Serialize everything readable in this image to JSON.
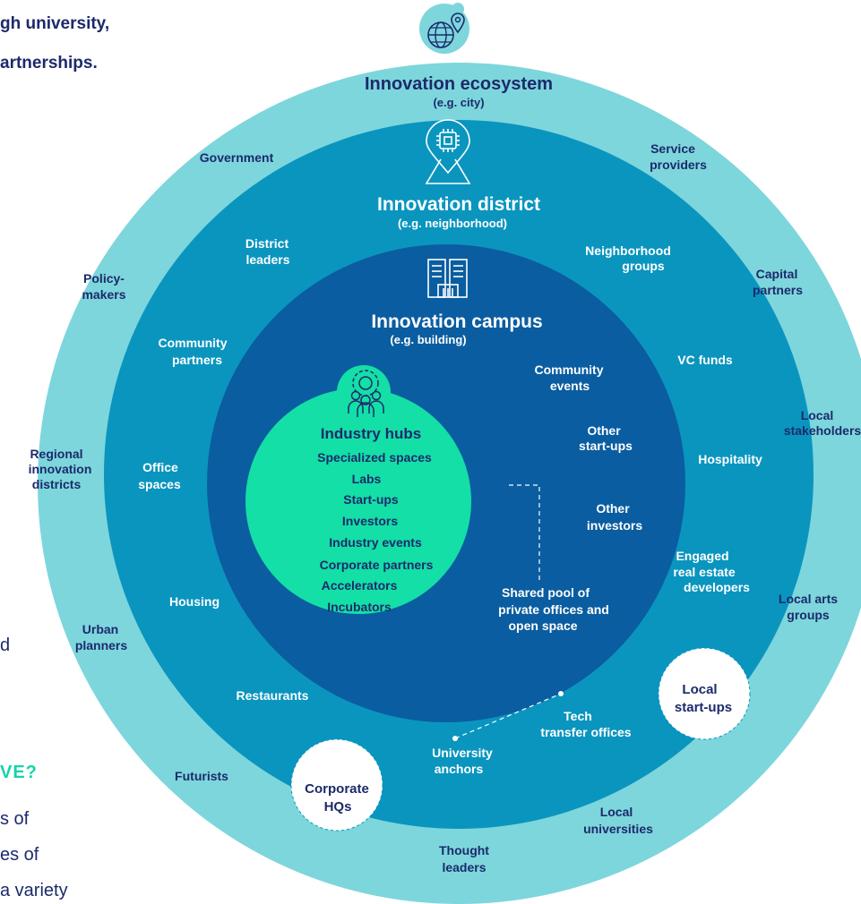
{
  "intro_fragments": [
    "gh university,",
    "artnerships."
  ],
  "side_fragments": [
    "d",
    "VE?",
    "s of",
    "es of",
    "a variety"
  ],
  "rings": {
    "ecosystem": {
      "title": "Innovation ecosystem",
      "sub": "(e.g. city)",
      "icon": "globe-pin-icon"
    },
    "district": {
      "title": "Innovation district",
      "sub": "(e.g. neighborhood)",
      "icon": "chip-pin-icon"
    },
    "campus": {
      "title": "Innovation campus",
      "sub": "(e.g. building)",
      "icon": "buildings-icon"
    },
    "hub": {
      "title": "Industry hubs",
      "icon": "people-gear-icon",
      "items": [
        "Specialized spaces",
        "Labs",
        "Start-ups",
        "Investors",
        "Industry events",
        "Corporate partners",
        "Accelerators",
        "Incubators"
      ]
    }
  },
  "ecosystem_labels": [
    [
      "Government"
    ],
    [
      "Service",
      "providers"
    ],
    [
      "Policy-",
      "makers"
    ],
    [
      "Capital",
      "partners"
    ],
    [
      "Local",
      "stakeholders"
    ],
    [
      "Regional",
      "innovation",
      "districts"
    ],
    [
      "Local arts",
      "groups"
    ],
    [
      "Urban",
      "planners"
    ],
    [
      "Futurists"
    ],
    [
      "Local",
      "universities"
    ],
    [
      "Thought",
      "leaders"
    ]
  ],
  "district_labels": [
    [
      "District",
      "leaders"
    ],
    [
      "Neighborhood",
      "groups"
    ],
    [
      "Community",
      "partners"
    ],
    [
      "VC funds"
    ],
    [
      "Office",
      "spaces"
    ],
    [
      "Hospitality"
    ],
    [
      "Engaged",
      "real estate",
      "developers"
    ],
    [
      "Housing"
    ],
    [
      "Restaurants"
    ],
    [
      "Tech",
      "transfer offices"
    ],
    [
      "University",
      "anchors"
    ]
  ],
  "campus_labels": [
    [
      "Community",
      "events"
    ],
    [
      "Other",
      "start-ups"
    ],
    [
      "Other",
      "investors"
    ],
    [
      "Shared pool of",
      "private offices and",
      "open space"
    ]
  ],
  "badges": [
    [
      "Local",
      "start-ups"
    ],
    [
      "Corporate",
      "HQs"
    ]
  ],
  "colors": {
    "ecosystem": "#7dd6dc",
    "district": "#0a95bf",
    "campus": "#0a5da0",
    "hub": "#13dfa7",
    "text_dark": "#1c2a6b"
  }
}
